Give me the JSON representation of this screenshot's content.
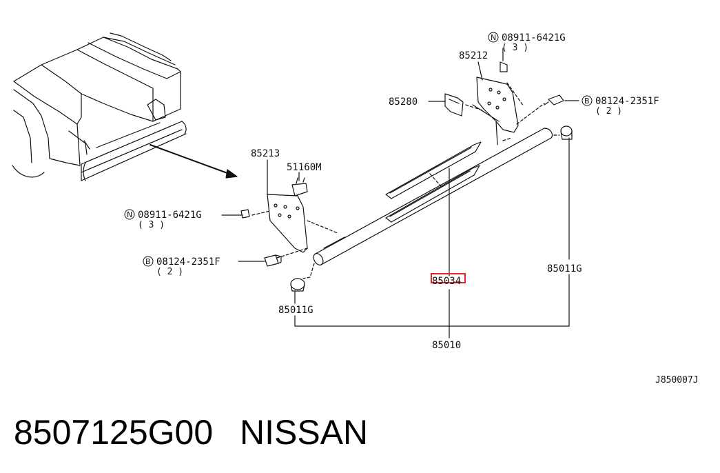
{
  "footer": {
    "part_number": "8507125G00",
    "brand": "NISSAN"
  },
  "drawing_code": "J850007J",
  "callouts": {
    "nut_top": {
      "prefix": "N",
      "code": "08911-6421G",
      "qty": "( 3 )"
    },
    "bracket_right": "85212",
    "pad": "85280",
    "bolt_right": {
      "prefix": "B",
      "code": "08124-2351F",
      "qty": "( 2 )"
    },
    "bracket_left": "85213",
    "clip": "51160M",
    "nut_left": {
      "prefix": "N",
      "code": "08911-6421G",
      "qty": "( 3 )"
    },
    "bolt_left": {
      "prefix": "B",
      "code": "08124-2351F",
      "qty": "( 2 )"
    },
    "step_pad": "85034",
    "cap_right": "85011G",
    "cap_left": "85011G",
    "assembly": "85010"
  },
  "highlight_color": "#e8202a"
}
